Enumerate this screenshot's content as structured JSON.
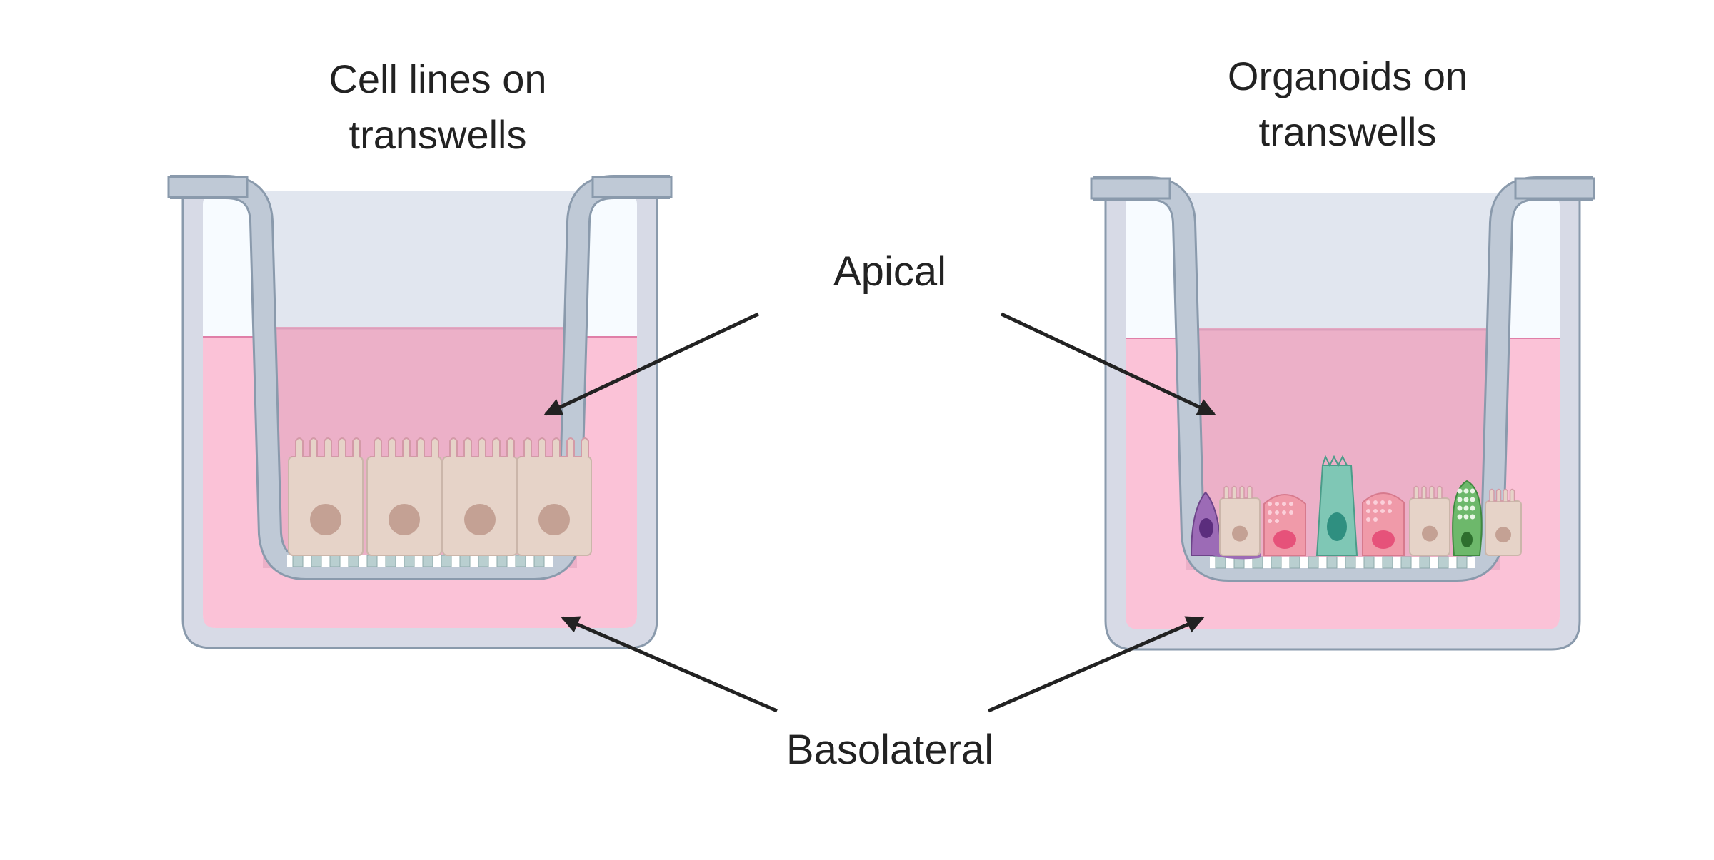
{
  "panels": [
    {
      "id": "cell-lines",
      "title_line1": "Cell lines on",
      "title_line2": "transwells"
    },
    {
      "id": "organoids",
      "title_line1": "Organoids on",
      "title_line2": "transwells"
    }
  ],
  "labels": {
    "apical": "Apical",
    "basolateral": "Basolateral"
  },
  "colors": {
    "well_outline": "#8a9aac",
    "well_wall": "#d7dae6",
    "insert_wall": "#bfc9d6",
    "empty_headspace": "#e1e6ef",
    "basolateral_medium": "#fbc2d7",
    "apical_medium": "#ecb0c8",
    "cell_body": "#e6d3c8",
    "cell_nucleus": "#c4a194",
    "membrane_pore": "#b9cfd0",
    "arrow": "#222222",
    "goblet_cell": "#f09aa9",
    "goblet_nucleus": "#e6527a",
    "enterocyte_teal": "#7fc7b5",
    "enteroendocrine_purple": "#9c6bb6",
    "paneth_green": "#6db86b"
  }
}
